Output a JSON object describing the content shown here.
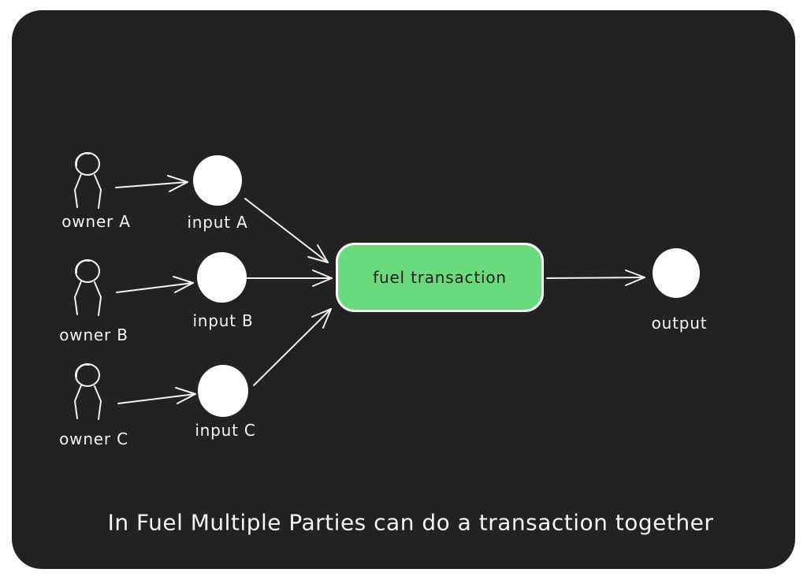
{
  "diagram": {
    "caption": "In Fuel Multiple Parties can do a transaction together",
    "owners": [
      {
        "label": "owner A"
      },
      {
        "label": "owner B"
      },
      {
        "label": "owner C"
      }
    ],
    "inputs": [
      {
        "label": "input A"
      },
      {
        "label": "input B"
      },
      {
        "label": "input C"
      }
    ],
    "transaction": {
      "label": "fuel transaction"
    },
    "output": {
      "label": "output"
    },
    "colors": {
      "page_bg": "#ffffff",
      "canvas_bg": "#222222",
      "stroke": "#f2f2f2",
      "node_fill": "#ffffff",
      "transaction_fill": "#69db7c",
      "transaction_border": "#ffffff",
      "transaction_text": "#1d1d1d",
      "label_text": "#f5f5f5"
    }
  }
}
